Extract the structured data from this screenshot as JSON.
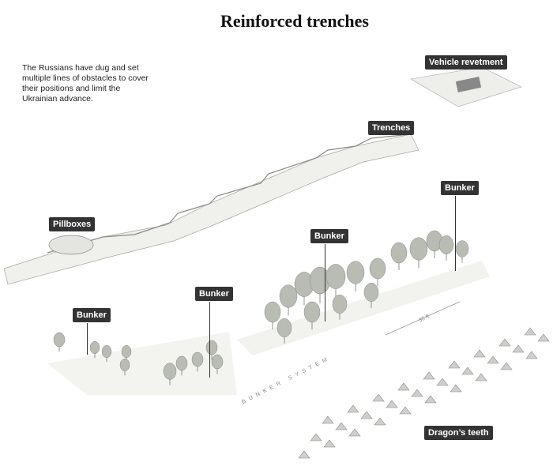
{
  "title": "Reinforced trenches",
  "intro": "The Russians have dug and set multiple lines of obstacles to cover their positions and limit the Ukrainian advance.",
  "labels": {
    "vehicle_revetment": "Vehicle revetment",
    "trenches": "Trenches",
    "pillboxes": "Pillboxes",
    "bunker_1": "Bunker",
    "bunker_2": "Bunker",
    "bunker_3": "Bunker",
    "bunker_4": "Bunker",
    "dragons_teeth": "Dragon’s teeth"
  },
  "bunker_system": "BUNKER SYSTEM",
  "scale": "30 ft",
  "colors": {
    "label_bg": "#333333",
    "sketch": "#9a9a94",
    "foliage": "#b9bcb2"
  }
}
